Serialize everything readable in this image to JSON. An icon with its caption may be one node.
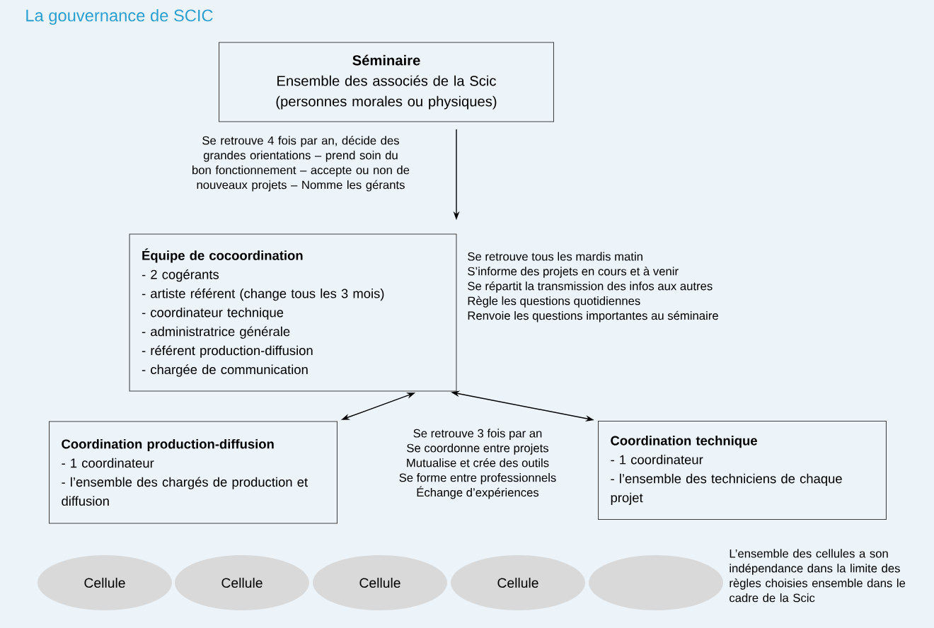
{
  "diagram": {
    "title": "La gouvernance de SCIC",
    "nodes": [
      {
        "text": [
          "Séminaire",
          "Ensemble des associés de la Scic (personnes morales ou physiques)"
        ]
      },
      {
        "text": [
          "Équipe de cocoordination",
          "- 2 cogérants",
          "- artiste référent (change tous les 3 mois)",
          "- coordinateur technique",
          "- administratrice générale",
          "- référent production-diffusion",
          "- chargée de communication"
        ],
        "beside": [
          "Se retrouve tous les mardis matin",
          "S’informe des projets en cours et à venir",
          "Se répartit la transmission des infos aux autres",
          "Règle les questions quotidiennes",
          "Renvoie les questions importantes au séminaire"
        ]
      },
      {
        "text": [
          "Coordination production-diffusion",
          "- 1 coordinateur",
          "- l’ensemble des chargés de production et diffusion"
        ]
      },
      {
        "text": [
          "Coordination technique",
          "- 1 coordinateur",
          "- l’ensemble des techniciens de chaque projet"
        ]
      },
      {
        "text": [
          "Cellule"
        ]
      },
      {
        "text": [
          "Cellule"
        ]
      },
      {
        "text": [
          "Cellule"
        ]
      },
      {
        "text": [
          "Cellule"
        ]
      },
      {
        "text": [],
        "shape": "ellipse"
      }
    ],
    "edges": [
      {
        "from": 0,
        "to": 1,
        "arrow": "to",
        "label": "Se retrouve 4 fois par an, décide des grandes orientations – prend soin du bon fonctionnement – accepte ou non de nouveaux projets – Nomme les gérants"
      },
      {
        "from": 1,
        "to": 2,
        "arrow": "both"
      },
      {
        "from": 1,
        "to": 3,
        "arrow": "both"
      }
    ],
    "labels": [
      "Se retrouve 3 fois par an",
      "Se coordonne entre projets",
      "Mutualise et crée des outils",
      "Se forme entre professionnels",
      "Échange d’expériences",
      "L’ensemble des cellules a son indépendance dans la limite des règles choisies ensemble dans le cadre de la Scic"
    ]
  }
}
